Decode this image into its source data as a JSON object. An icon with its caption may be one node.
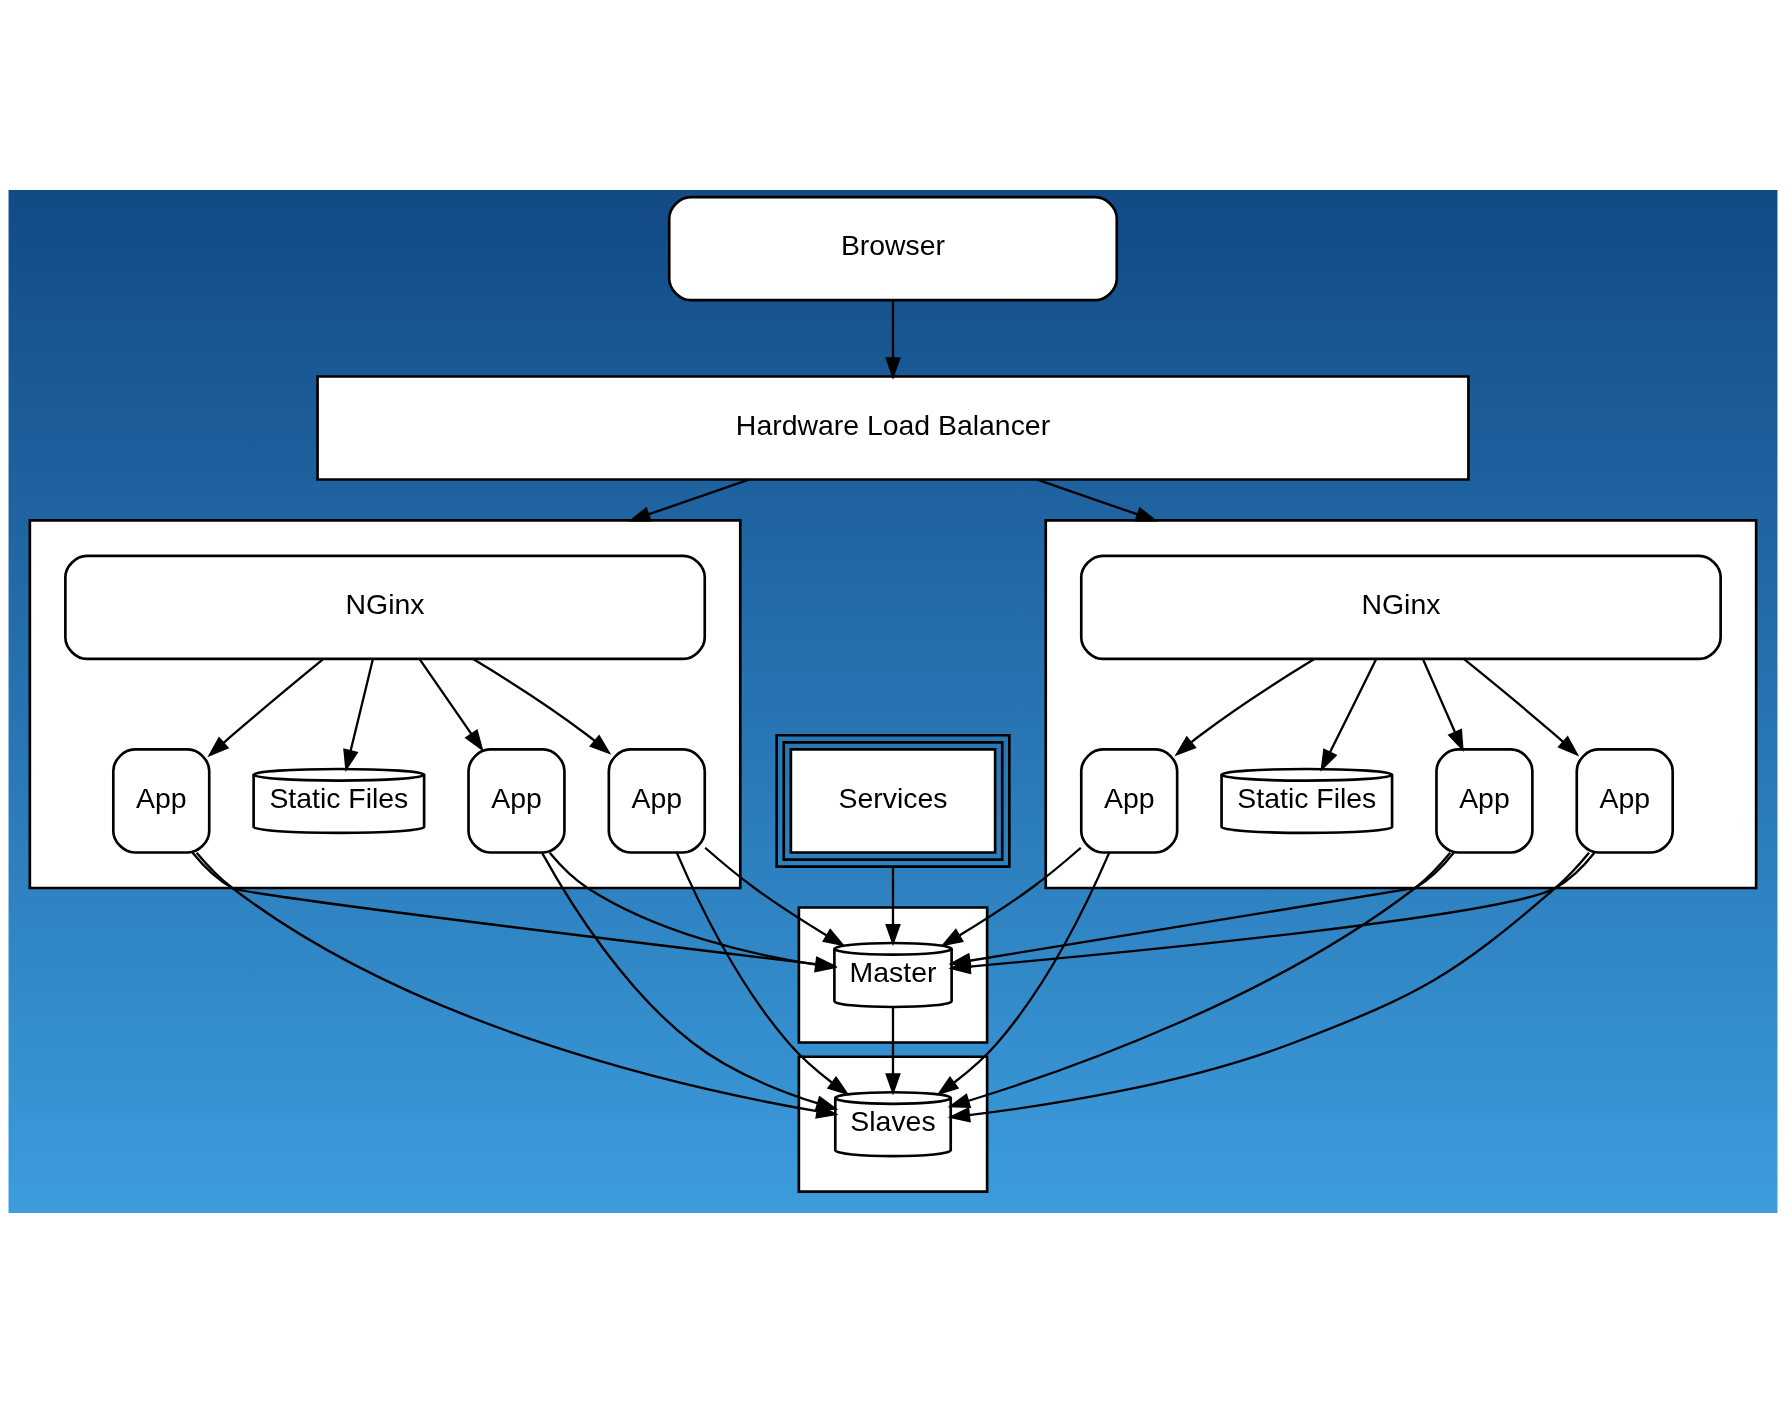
{
  "diagram": {
    "nodes": [
      {
        "text": [
          "Browser"
        ]
      },
      {
        "text": [
          "Hardware Load Balancer"
        ]
      },
      {
        "text": [],
        "shape": "box"
      },
      {
        "text": [
          "NGinx"
        ],
        "in": 2
      },
      {
        "text": [
          "App"
        ],
        "in": 2
      },
      {
        "text": [
          "App"
        ],
        "in": 2
      },
      {
        "text": [
          "App"
        ],
        "in": 2
      },
      {
        "text": [
          "Static Files"
        ],
        "in": 2
      },
      {
        "text": [],
        "shape": "box"
      },
      {
        "text": [
          "NGinx"
        ],
        "in": 8
      },
      {
        "text": [
          "App"
        ],
        "in": 8
      },
      {
        "text": [
          "App"
        ],
        "in": 8
      },
      {
        "text": [
          "App"
        ],
        "in": 8
      },
      {
        "text": [
          "Static Files"
        ],
        "in": 8
      },
      {
        "text": [
          "Services"
        ]
      },
      {
        "text": [],
        "shape": "box"
      },
      {
        "text": [
          "Master"
        ],
        "in": 15
      },
      {
        "text": [],
        "shape": "box"
      },
      {
        "text": [
          "Slaves"
        ],
        "in": 17
      }
    ],
    "edges": [
      {
        "from": 0,
        "to": 1,
        "arrow": "to"
      },
      {
        "from": 1,
        "to": 2,
        "arrow": "to"
      },
      {
        "from": 1,
        "to": 8,
        "arrow": "to"
      },
      {
        "from": 3,
        "to": 4,
        "arrow": "to"
      },
      {
        "from": 3,
        "to": 5,
        "arrow": "to"
      },
      {
        "from": 3,
        "to": 6,
        "arrow": "to"
      },
      {
        "from": 3,
        "to": 7,
        "arrow": "to"
      },
      {
        "from": 9,
        "to": 10,
        "arrow": "to"
      },
      {
        "from": 9,
        "to": 11,
        "arrow": "to"
      },
      {
        "from": 9,
        "to": 12,
        "arrow": "to"
      },
      {
        "from": 9,
        "to": 13,
        "arrow": "to"
      },
      {
        "from": 4,
        "to": 16,
        "arrow": "to"
      },
      {
        "from": 5,
        "to": 16,
        "arrow": "to"
      },
      {
        "from": 6,
        "to": 16,
        "arrow": "to"
      },
      {
        "from": 10,
        "to": 16,
        "arrow": "to"
      },
      {
        "from": 11,
        "to": 16,
        "arrow": "to"
      },
      {
        "from": 12,
        "to": 16,
        "arrow": "to"
      },
      {
        "from": 4,
        "to": 18,
        "arrow": "to"
      },
      {
        "from": 5,
        "to": 18,
        "arrow": "to"
      },
      {
        "from": 6,
        "to": 18,
        "arrow": "to"
      },
      {
        "from": 10,
        "to": 18,
        "arrow": "to"
      },
      {
        "from": 11,
        "to": 18,
        "arrow": "to"
      },
      {
        "from": 12,
        "to": 18,
        "arrow": "to"
      },
      {
        "from": 14,
        "to": 16,
        "arrow": "to"
      },
      {
        "from": 16,
        "to": 18,
        "arrow": "to"
      }
    ]
  }
}
